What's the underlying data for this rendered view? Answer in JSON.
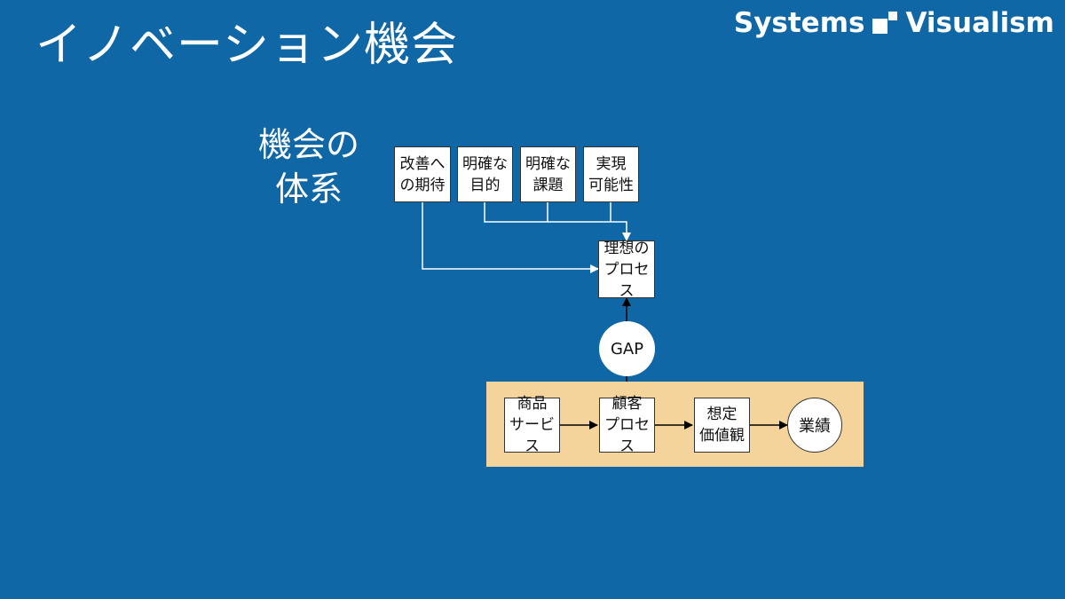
{
  "slide": {
    "title": "イノベーション機会",
    "brand": {
      "left": "Systems",
      "right": "Visualism"
    },
    "subtitle": "機会の\n体系",
    "colors": {
      "background": "#0f67a6",
      "band": "#f4d49a",
      "node_fill": "#ffffff",
      "line_white": "#ffffff",
      "line_dark": "#000000"
    }
  },
  "diagram": {
    "top_nodes": [
      {
        "id": "kaizen",
        "label": "改善へ\nの期待"
      },
      {
        "id": "mokuteki",
        "label": "明確な\n目的"
      },
      {
        "id": "kadai",
        "label": "明確な\n課題"
      },
      {
        "id": "jitsugen",
        "label": "実現\n可能性"
      }
    ],
    "ideal": {
      "label": "理想の\nプロセス"
    },
    "gap": {
      "label": "GAP"
    },
    "flow_nodes": [
      {
        "id": "shohin",
        "label": "商品\nサービス"
      },
      {
        "id": "kokyaku",
        "label": "顧客\nプロセス"
      },
      {
        "id": "kachi",
        "label": "想定\n価値観"
      }
    ],
    "result": {
      "label": "業績"
    }
  }
}
